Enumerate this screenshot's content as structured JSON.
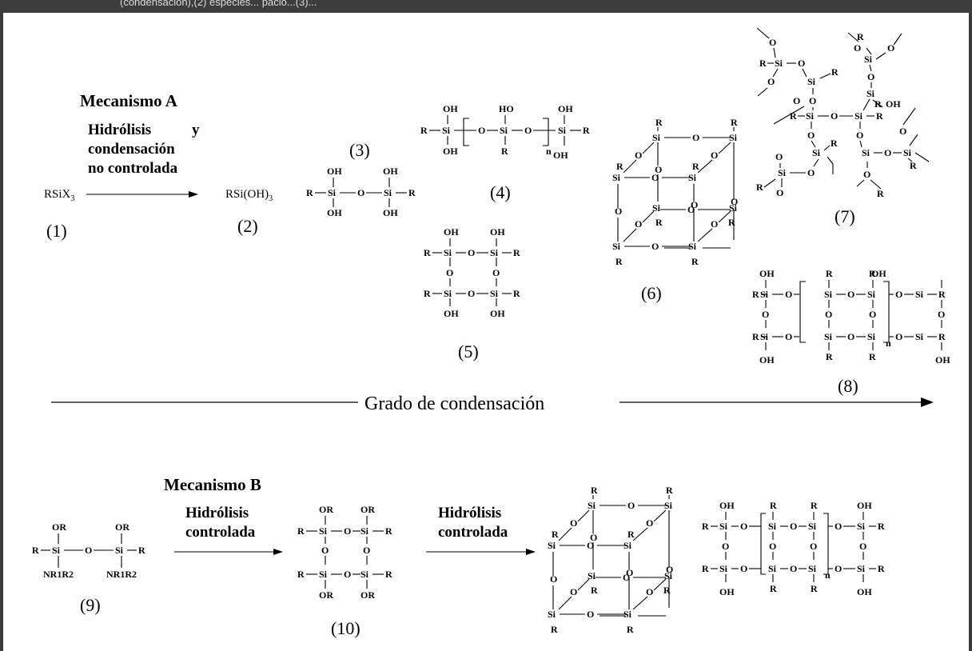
{
  "caption_fragment": "(condensación),(2) especies... pacio...(3)...",
  "mech_a": {
    "title": "Mecanismo A",
    "line1": "Hidrólisis",
    "line1b": "y",
    "line2": "condensación",
    "line3": "no controlada"
  },
  "mech_b": {
    "title": "Mecanismo B",
    "step1_line1": "Hidrólisis",
    "step1_line2": "controlada",
    "step2_line1": "Hidrólisis",
    "step2_line2": "controlada"
  },
  "axis_label": "Grado de condensación",
  "compounds": {
    "c1": "RSiX",
    "c1_sub": "3",
    "c2": "RSi(OH)",
    "c2_sub": "3"
  },
  "labels": [
    "(1)",
    "(2)",
    "(3)",
    "(4)",
    "(5)",
    "(6)",
    "(7)",
    "(8)",
    "(9)",
    "(10)"
  ],
  "atoms": {
    "Si": "Si",
    "O": "O",
    "R": "R",
    "OH": "OH",
    "HO": "HO",
    "OR": "OR",
    "NR": "NR1R2",
    "n": "n"
  }
}
